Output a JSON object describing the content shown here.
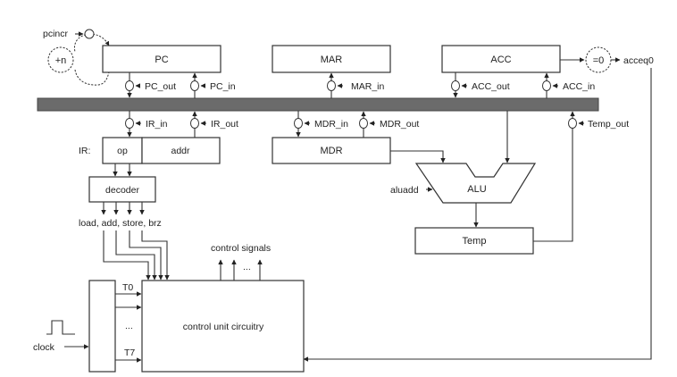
{
  "diagram": {
    "title": "Simple CPU datapath and control unit",
    "registers": {
      "pc": "PC",
      "mar": "MAR",
      "acc": "ACC",
      "ir_label": "IR:",
      "ir_op": "op",
      "ir_addr": "addr",
      "mdr": "MDR",
      "temp": "Temp"
    },
    "units": {
      "incrementer": "+n",
      "zero_test": "=0",
      "alu": "ALU",
      "decoder": "decoder",
      "control_unit": "control unit circuitry"
    },
    "signals": {
      "pcincr": "pcincr",
      "pc_out": "PC_out",
      "pc_in": "PC_in",
      "mar_in": "MAR_in",
      "acc_out": "ACC_out",
      "acc_in": "ACC_in",
      "acceq0": "acceq0",
      "ir_in": "IR_in",
      "ir_out": "IR_out",
      "mdr_in": "MDR_in",
      "mdr_out": "MDR_out",
      "temp_out": "Temp_out",
      "aluadd": "aluadd",
      "decoder_outputs": "load, add, store, brz",
      "control_signals": "control signals",
      "ellipsis_signals": "...",
      "t0": "T0",
      "ellipsis_t": "...",
      "t7": "T7",
      "clock": "clock"
    },
    "colors": {
      "bus": "#6b6b6b",
      "line": "#333333",
      "background": "#ffffff"
    }
  }
}
